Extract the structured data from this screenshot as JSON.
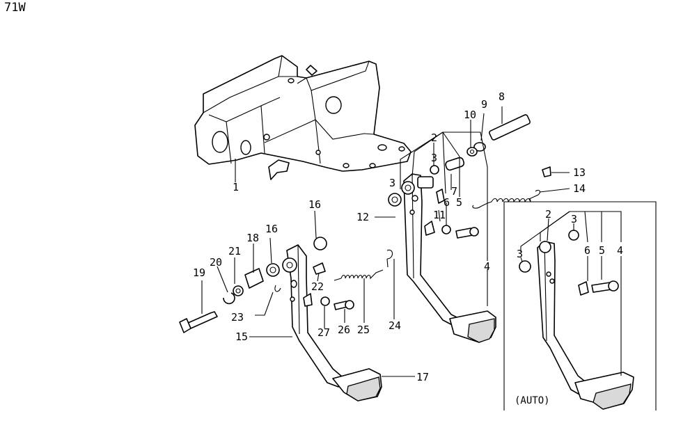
{
  "diagram_code": "71W",
  "variant_label": "(AUTO)",
  "callouts": {
    "c1": "1",
    "c2": "2",
    "c3a": "3",
    "c3b": "3",
    "c4": "4",
    "c5": "5",
    "c6": "6",
    "c7": "7",
    "c8": "8",
    "c9": "9",
    "c10": "10",
    "c11": "11",
    "c12": "12",
    "c13": "13",
    "c14": "14",
    "c15": "15",
    "c16a": "16",
    "c16b": "16",
    "c17": "17",
    "c18": "18",
    "c19": "19",
    "c20": "20",
    "c21": "21",
    "c22": "22",
    "c23": "23",
    "c24": "24",
    "c25": "25",
    "c26": "26",
    "c27": "27"
  },
  "auto_callouts": {
    "a2": "2",
    "a3a": "3",
    "a3b": "3",
    "a4": "4",
    "a5": "5",
    "a6": "6"
  }
}
